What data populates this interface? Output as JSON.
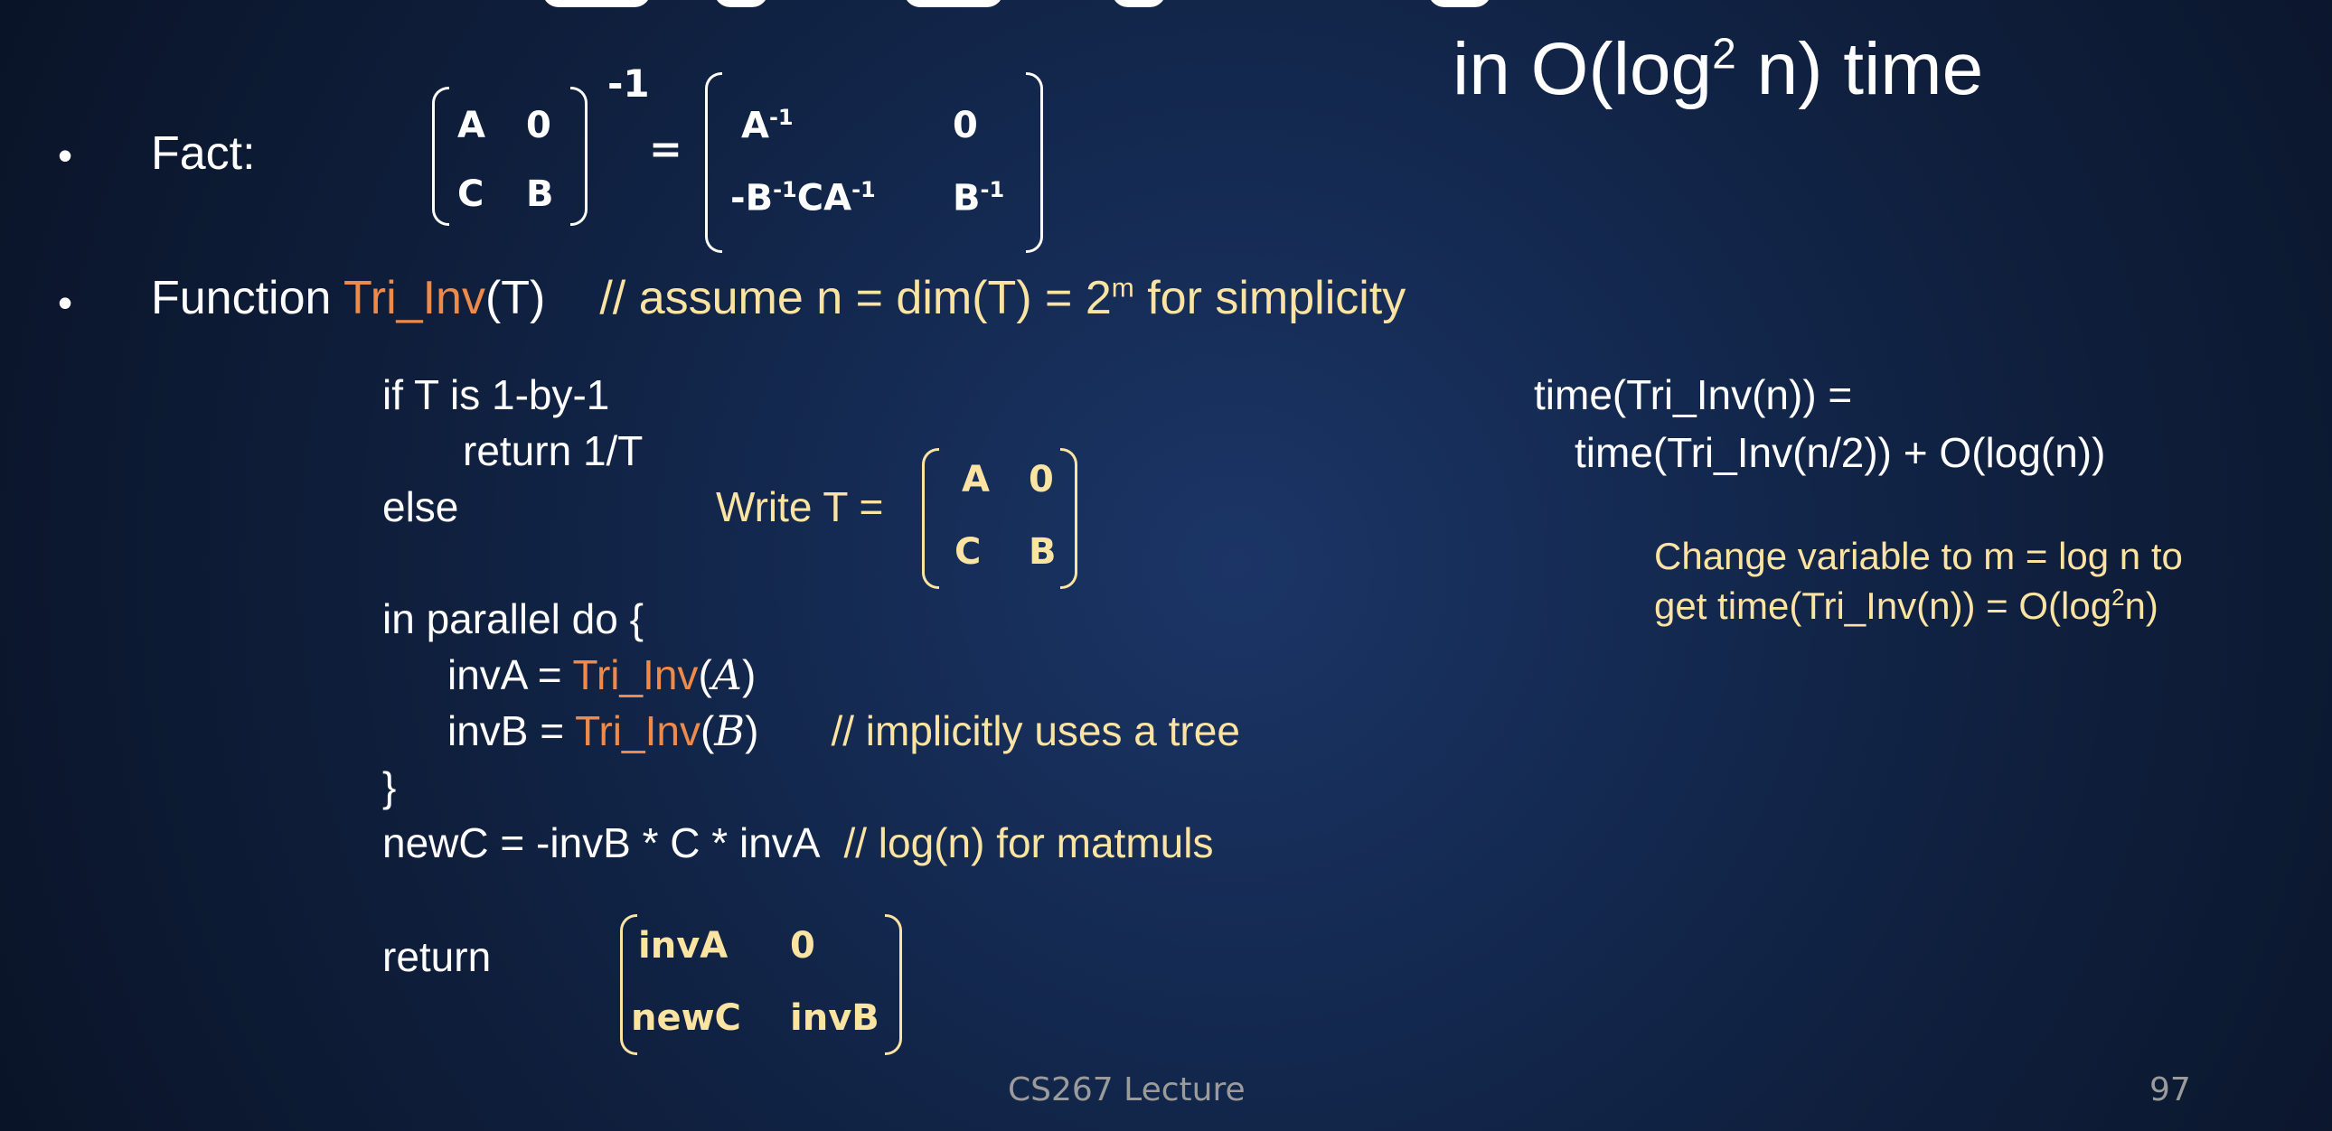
{
  "slide": {
    "subtitle_part1": "in O(log",
    "subtitle_sup": "2",
    "subtitle_part2": " n) time",
    "bullet_glyph": "•",
    "fact_label": "Fact:",
    "fact_matrix_left": {
      "a": "A",
      "b": "0",
      "c": "C",
      "d": "B",
      "exp": "-1"
    },
    "equals": "=",
    "fact_matrix_right": {
      "r1c1_base": "A",
      "r1c1_sup": "-1",
      "r1c2": "0",
      "r2c1_p1": "-B",
      "r2c1_sup1": "-1",
      "r2c1_p2": "CA",
      "r2c1_sup2": "-1",
      "r2c2_base": "B",
      "r2c2_sup": "-1"
    },
    "function_word": "Function ",
    "function_name": "Tri_Inv",
    "function_arg": "(T)",
    "function_comment_part1": "// assume n = dim(T) = 2",
    "function_comment_sup": "m",
    "function_comment_part2": " for simplicity",
    "code": {
      "line1": "if T is 1-by-1",
      "line2": "return 1/T",
      "line3": "else",
      "write_t": "Write T =",
      "write_matrix": {
        "a": "A",
        "b": "0",
        "c": "C",
        "d": "B"
      },
      "line4": "in parallel do {",
      "line5_pre": "invA = ",
      "line5_fn": "Tri_Inv",
      "line5_arg": "A",
      "line6_pre": "invB = ",
      "line6_fn": "Tri_Inv",
      "line6_arg": "B",
      "line6_comment": "//  implicitly uses a tree",
      "line7": "}",
      "line8": "newC = -invB * C * invA",
      "line8_comment": "// log(n) for matmuls",
      "line9": "return",
      "return_matrix": {
        "a": "invA",
        "b": "0",
        "c": "newC",
        "d": "invB"
      }
    },
    "recurrence_line1": "time(Tri_Inv(n)) =",
    "recurrence_line2": "time(Tri_Inv(n/2)) + O(log(n))",
    "note_line1": "Change variable to m = log n to",
    "note_line2_part1": "get time(Tri_Inv(n)) = O(log",
    "note_line2_sup": "2",
    "note_line2_part2": "n)",
    "footer_center": "CS267 Lecture",
    "footer_page": "97"
  },
  "colors": {
    "accent_yellow": "#fbe3a2",
    "accent_orange": "#ee8a4a",
    "text": "#ffffff"
  }
}
